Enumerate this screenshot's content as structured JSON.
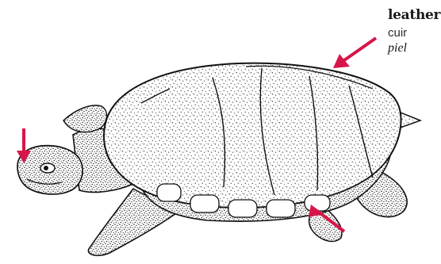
{
  "labels": {
    "english": "leather",
    "french": "cuir",
    "spanish": "piel"
  },
  "arrow_color": "#d6164a",
  "illustration": {
    "subject": "turtle-illustration",
    "style": "stippled-ink"
  }
}
